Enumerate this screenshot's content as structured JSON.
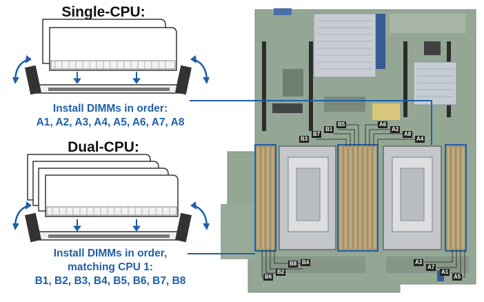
{
  "single_cpu": {
    "heading": "Single-CPU:",
    "instruction_line1": "Install DIMMs in order:",
    "instruction_line2": "A1, A2, A3, A4, A5, A6, A7, A8"
  },
  "dual_cpu": {
    "heading": "Dual-CPU:",
    "instruction_line1": "Install DIMMs in order,",
    "instruction_line2": "matching CPU 1:",
    "instruction_line3": "B1, B2, B3, B4, B5, B6, B7, B8"
  },
  "board_labels": {
    "top_left": [
      "B5",
      "B1",
      "B7",
      "B3"
    ],
    "top_right": [
      "A6",
      "A2",
      "A8",
      "A4"
    ],
    "bottom_left": [
      "B8",
      "B4",
      "B2",
      "B6"
    ],
    "bottom_right": [
      "A3",
      "A7",
      "A1",
      "A5"
    ]
  },
  "colors": {
    "accent": "#1f5fa8",
    "board": "#8fa38f",
    "dimm_slot": "#c8a878"
  }
}
